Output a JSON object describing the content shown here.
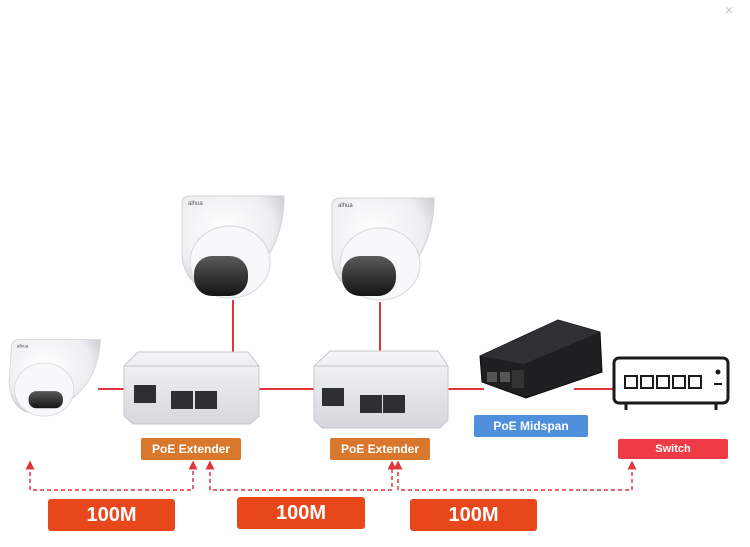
{
  "window": {
    "close_glyph": "×"
  },
  "devices": {
    "cameras": [
      {
        "name": "dome-camera",
        "brand": "alhua"
      },
      {
        "name": "dome-camera",
        "brand": "alhua"
      },
      {
        "name": "dome-camera",
        "brand": "alhua"
      }
    ],
    "extender_1": {
      "label": "PoE Extender"
    },
    "extender_2": {
      "label": "PoE Extender"
    },
    "midspan": {
      "label": "PoE Midspan"
    },
    "switch": {
      "label": "Switch"
    }
  },
  "links": [
    {
      "speed": "100M"
    },
    {
      "speed": "100M"
    },
    {
      "speed": "100M"
    }
  ],
  "colors": {
    "cable": "#e0353b",
    "arrow": "#e0353b",
    "extender_label": "#d9782d",
    "midspan_label": "#4f8fdc",
    "switch_label": "#ee3b46",
    "speed_badge": "#e8471c"
  },
  "icons": [
    "close-icon",
    "dome-camera-icon",
    "poe-extender-icon",
    "poe-injector-icon",
    "network-switch-icon"
  ]
}
